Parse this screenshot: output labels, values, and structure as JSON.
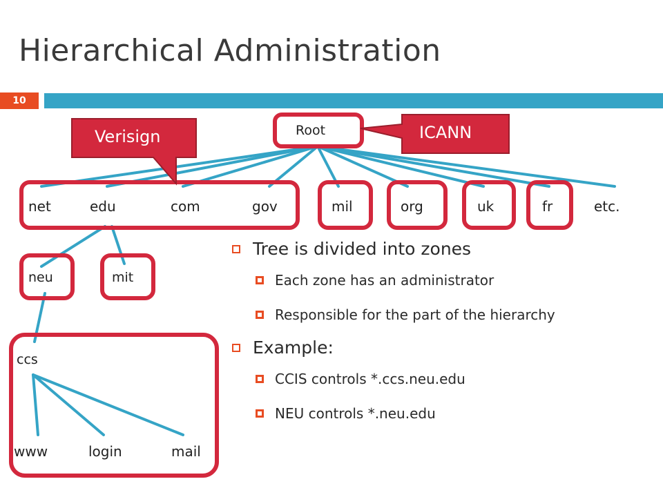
{
  "slide": {
    "title": "Hierarchical Administration",
    "number": "10"
  },
  "colors": {
    "accent_red": "#e84c22",
    "box_red": "#d3283d",
    "line_blue": "#35a4c6"
  },
  "tree": {
    "root": "Root",
    "tlds": [
      "net",
      "edu",
      "com",
      "gov",
      "mil",
      "org",
      "uk",
      "fr",
      "etc."
    ],
    "edu_children": [
      "neu",
      "mit"
    ],
    "neu_child": "ccs",
    "ccs_children": [
      "www",
      "login",
      "mail"
    ]
  },
  "callouts": {
    "verisign": "Verisign",
    "icann": "ICANN"
  },
  "bullets": [
    {
      "level": 1,
      "text": "Tree is divided into zones"
    },
    {
      "level": 2,
      "text": "Each zone has an administrator"
    },
    {
      "level": 2,
      "text": "Responsible for the part of the hierarchy"
    },
    {
      "level": 1,
      "text": "Example:"
    },
    {
      "level": 2,
      "text": "CCIS controls *.ccs.neu.edu"
    },
    {
      "level": 2,
      "text": "NEU controls *.neu.edu"
    }
  ]
}
